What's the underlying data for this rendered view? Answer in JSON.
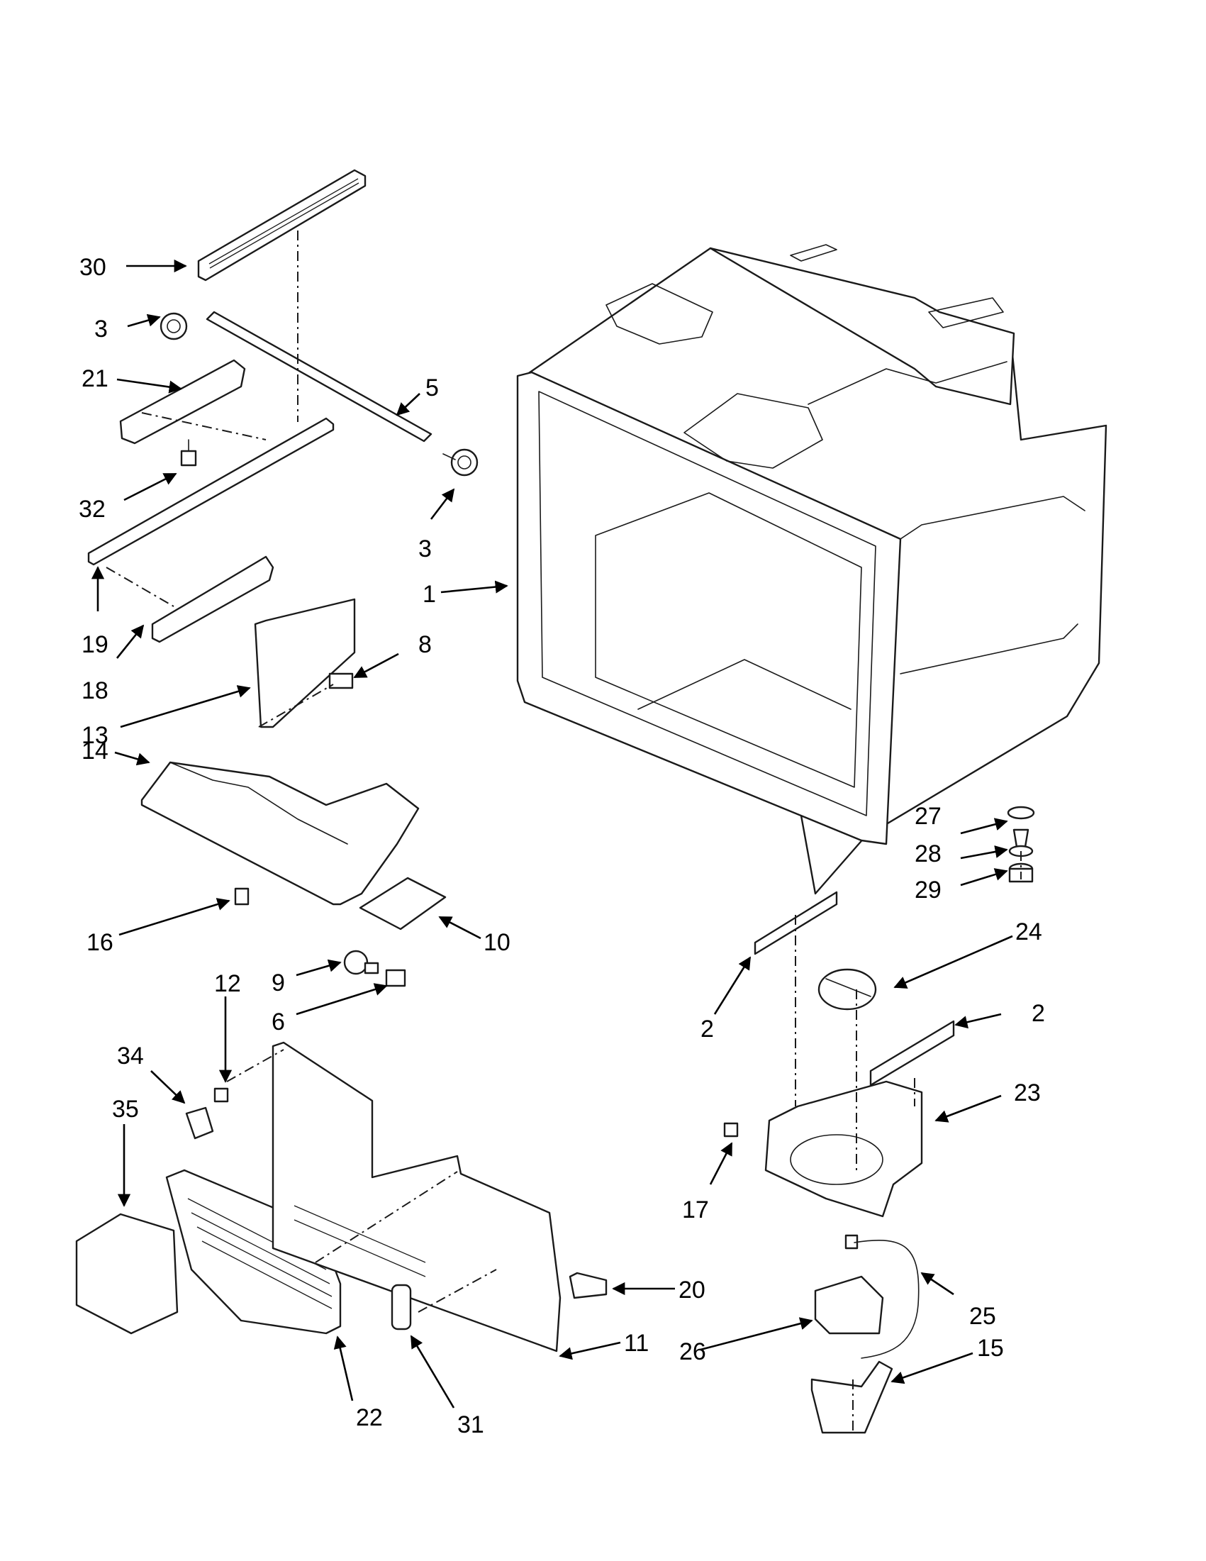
{
  "diagram": {
    "callouts": [
      {
        "id": "c30",
        "label": "30"
      },
      {
        "id": "c3a",
        "label": "3"
      },
      {
        "id": "c21",
        "label": "21"
      },
      {
        "id": "c5",
        "label": "5"
      },
      {
        "id": "c32",
        "label": "32"
      },
      {
        "id": "c3b",
        "label": "3"
      },
      {
        "id": "c1",
        "label": "1"
      },
      {
        "id": "c19",
        "label": "19"
      },
      {
        "id": "c18",
        "label": "18"
      },
      {
        "id": "c8",
        "label": "8"
      },
      {
        "id": "c13",
        "label": "13"
      },
      {
        "id": "c14",
        "label": "14"
      },
      {
        "id": "c27",
        "label": "27"
      },
      {
        "id": "c28",
        "label": "28"
      },
      {
        "id": "c29",
        "label": "29"
      },
      {
        "id": "c16",
        "label": "16"
      },
      {
        "id": "c10",
        "label": "10"
      },
      {
        "id": "c24",
        "label": "24"
      },
      {
        "id": "c12",
        "label": "12"
      },
      {
        "id": "c9",
        "label": "9"
      },
      {
        "id": "c6",
        "label": "6"
      },
      {
        "id": "c2a",
        "label": "2"
      },
      {
        "id": "c2b",
        "label": "2"
      },
      {
        "id": "c34",
        "label": "34"
      },
      {
        "id": "c23",
        "label": "23"
      },
      {
        "id": "c35",
        "label": "35"
      },
      {
        "id": "c17",
        "label": "17"
      },
      {
        "id": "c20",
        "label": "20"
      },
      {
        "id": "c25",
        "label": "25"
      },
      {
        "id": "c11",
        "label": "11"
      },
      {
        "id": "c26",
        "label": "26"
      },
      {
        "id": "c15",
        "label": "15"
      },
      {
        "id": "c22",
        "label": "22"
      },
      {
        "id": "c31",
        "label": "31"
      }
    ]
  }
}
